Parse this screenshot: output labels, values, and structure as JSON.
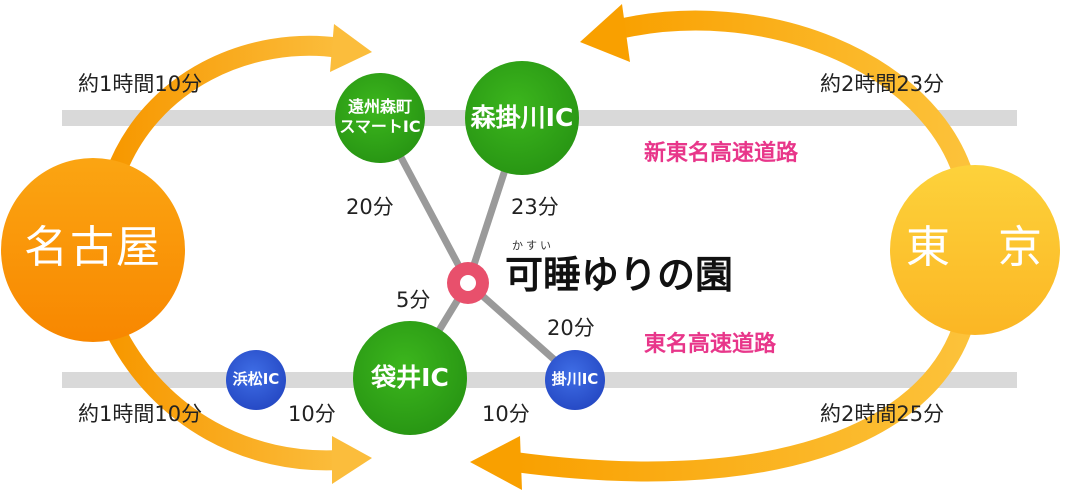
{
  "colors": {
    "nagoya_orange": "#fb9400",
    "tokyo_yellow": "#fcc52e",
    "arrow_orange": "#fba41a",
    "ic_green": "#2ea418",
    "ic_blue": "#2f5bd8",
    "highway_gray": "#d9d9d9",
    "connector_gray": "#9a9a9a",
    "destination_pink": "#e8506c",
    "highway_text": "#e8368a"
  },
  "cities": {
    "nagoya": "名古屋",
    "tokyo": "東　京"
  },
  "highways": {
    "shin_tomei": "新東名高速道路",
    "tomei": "東名高速道路"
  },
  "interchanges": {
    "enshu_morimachi": {
      "line1": "遠州森町",
      "line2": "スマートIC"
    },
    "morikakegawa": "森掛川IC",
    "fukuroi": "袋井IC",
    "hamamatsu": "浜松IC",
    "kakegawa": "掛川IC"
  },
  "destination": {
    "ruby": "かすい",
    "name": "可睡ゆりの園"
  },
  "times": {
    "nagoya_upper": "約1時間10分",
    "nagoya_lower": "約1時間10分",
    "tokyo_upper": "約2時間23分",
    "tokyo_lower": "約2時間25分",
    "enshu_to_dest": "20分",
    "mori_to_dest": "23分",
    "fukuroi_to_dest": "5分",
    "kakegawa_to_dest": "20分",
    "hamamatsu_to_fukuroi": "10分",
    "fukuroi_to_kakegawa": "10分"
  },
  "icons": {
    "destination_marker": "ring-marker-icon",
    "route_arrow": "curved-arrow-icon"
  }
}
